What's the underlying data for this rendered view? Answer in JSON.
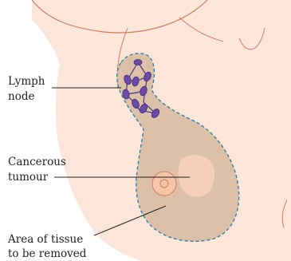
{
  "labels": {
    "lymph_line1": "Lymph",
    "lymph_line2": "node",
    "tumour_line1": "Cancerous",
    "tumour_line2": "tumour",
    "tissue_line1": "Area of tissue",
    "tissue_line2": "to be removed"
  },
  "colors": {
    "skin": "#fbe6d9",
    "skin_outline": "#d07a5f",
    "removal_area": "#dcc1a8",
    "removal_outline": "#2f7fa8",
    "tumour": "#f6cfb8",
    "nipple": "#f0b69a",
    "lymph_node": "#6b4aa8",
    "lymph_vessel": "#4a3a8a",
    "leader_line": "#222222"
  }
}
